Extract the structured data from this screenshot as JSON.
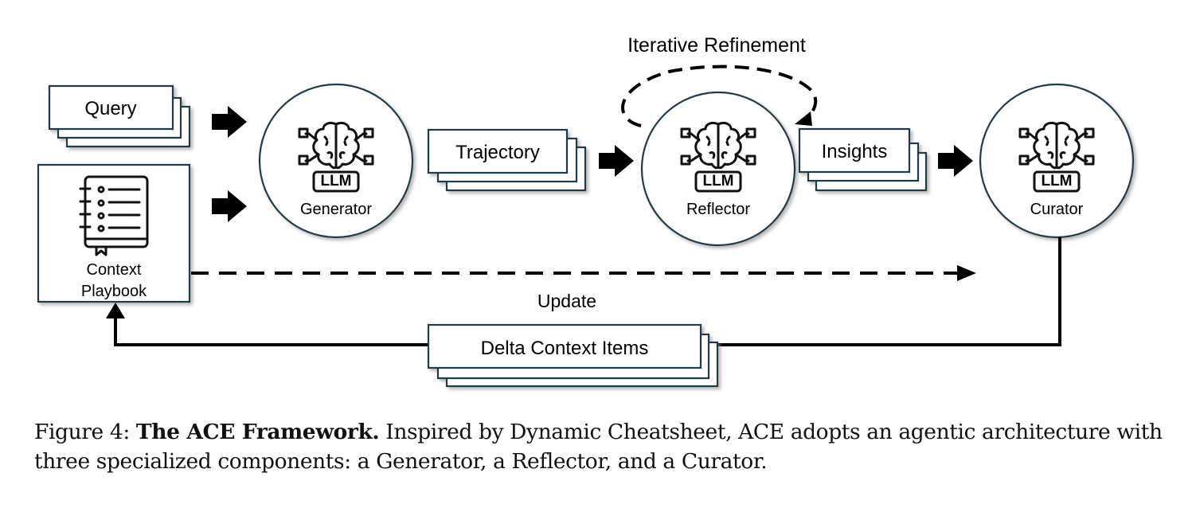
{
  "diagram": {
    "title": "Iterative Refinement",
    "update_label": "Update",
    "nodes": {
      "query": "Query",
      "context_playbook_line1": "Context",
      "context_playbook_line2": "Playbook",
      "generator": "Generator",
      "trajectory": "Trajectory",
      "reflector": "Reflector",
      "insights": "Insights",
      "curator": "Curator",
      "delta": "Delta Context Items"
    },
    "llm_badge": "LLM",
    "icons": {
      "brain": "brain-circuit-icon",
      "notebook": "notebook-icon"
    },
    "colors": {
      "border": "#1b3a4b",
      "arrow": "#000000",
      "shadow": "#b9b9b9"
    }
  },
  "caption": {
    "prefix": "Figure 4: ",
    "bold": "The ACE Framework.",
    "text": " Inspired by Dynamic Cheatsheet, ACE adopts an agentic architecture with three specialized components: a Generator, a Reflector, and a Curator."
  }
}
